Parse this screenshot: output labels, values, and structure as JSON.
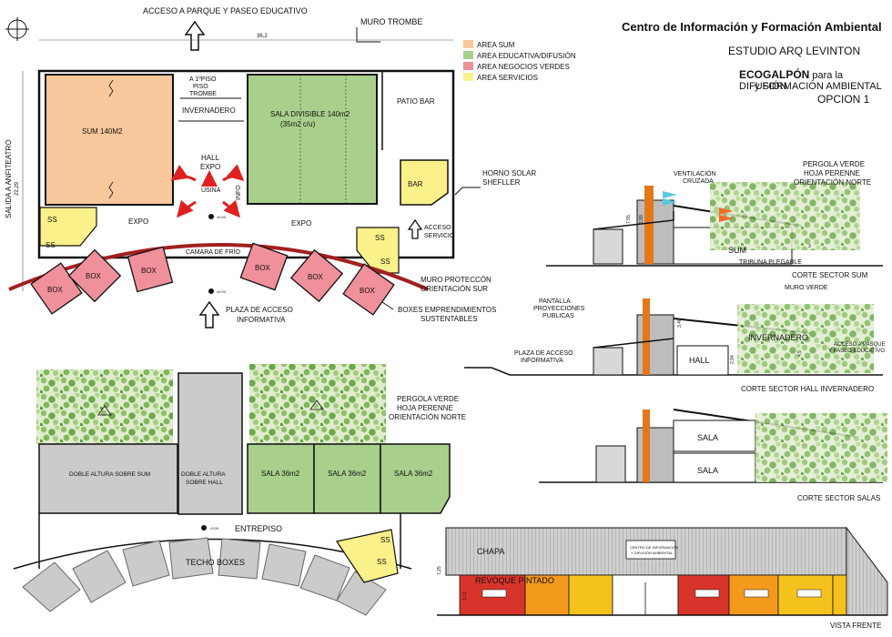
{
  "header": {
    "centro": "Centro de Información y Formación Ambiental",
    "studio": "ESTUDIO ARQ LEVINTON",
    "project_bold": "ECOGALPÓN",
    "project_rest": " para la DIFUSIÓN",
    "project_line2": "y FORMACIÓN AMBIENTAL",
    "option": "OPCION 1"
  },
  "legend": [
    {
      "label": "AREA SUM",
      "color": "#f8c79b"
    },
    {
      "label": "AREA EDUCATIVA/DIFUSIÓN",
      "color": "#a9cf8c"
    },
    {
      "label": "AREA NEGOCIOS VERDES",
      "color": "#f0909a"
    },
    {
      "label": "AREA SERVICIOS",
      "color": "#fbf18a"
    }
  ],
  "plan": {
    "acceso_parque": "ACCESO A PARQUE Y PASEO EDUCATIVO",
    "muro_trombe": "MURO TROMBE",
    "dim_width": "36,2",
    "dim_depth": "22,29",
    "salida": "SALIDA A ANFITEATRO",
    "sum": "SUM 140M2",
    "piso_trombe": [
      "A 1ºPISO",
      "PISO",
      "TROMBE"
    ],
    "invernadero": "INVERNADERO",
    "sala_divisible": [
      "SALA DIVISIBLE 140m2",
      "(35m2 c/u)"
    ],
    "patio_bar": "PATIO BAR",
    "hall_expo": [
      "HALL",
      "EXPO"
    ],
    "usina": "USINA",
    "info": "INFO",
    "bar": "BAR",
    "expo_left": "EXPO",
    "expo_right": "EXPO",
    "ss": "SS",
    "camara": "CAMARA DE FRÍO",
    "box": "BOX",
    "horno": [
      "HORNO SOLAR",
      "SHEFLLER"
    ],
    "acceso_servicio": [
      "ACCESO",
      "SERVICIO"
    ],
    "muro_proteccion": [
      "MURO PROTECCÓN",
      "ORIENTACIÓN SUR"
    ],
    "plaza": [
      "PLAZA DE ACCESO",
      "INFORMATIVA"
    ],
    "boxes_emp": [
      "BOXES EMPRENDIMIENTOS",
      "SUSTENTABLES"
    ],
    "level_mark": "±0.00"
  },
  "upper": {
    "pergola": [
      "PERGOLA VERDE",
      "HOJA PERENNE",
      "ORIENTACIÓN NORTE"
    ],
    "doble_sum": "DOBLE ALTURA SOBRE SUM",
    "doble_hall": [
      "DOBLE ALTURA",
      "SOBRE HALL"
    ],
    "sala36": "SALA 36m2",
    "entrepiso": "ENTREPISO",
    "techo_boxes": "TECHO BOXES",
    "ss": "SS",
    "level_mark": "+3.00"
  },
  "sections": {
    "s1": {
      "ventilacion": [
        "VENTILACIÓN",
        "CRUZADA"
      ],
      "pergola": [
        "PERGOLA VERDE",
        "HOJA PERENNE",
        "ORIENTACIÓN NORTE"
      ],
      "sum": "SUM",
      "tribuna": "TRIBUNA PLEGABLE",
      "dims": [
        "7,55",
        "2,99",
        "3"
      ],
      "caption": "CORTE SECTOR SUM"
    },
    "s2": {
      "pantalla": [
        "PANTALLA",
        "PROYECCIONES",
        "PUBLICAS"
      ],
      "muro_verde": "MURO VERDE",
      "plaza": [
        "PLAZA DE ACCESO",
        "INFORMATIVA"
      ],
      "invernadero": "INVERNADERO",
      "acceso": [
        "ACCESO A PASQUE",
        "Y PASEO EDUCATIVO"
      ],
      "hall": "HALL",
      "dims": [
        "3,40",
        "2,94",
        "4,5"
      ],
      "caption": "CORTE SECTOR HALL INVERNADERO"
    },
    "s3": {
      "sala_top": "SALA",
      "sala_bottom": "SALA",
      "caption": "CORTE SECTOR SALAS"
    }
  },
  "front": {
    "chapa": "CHAPA",
    "revoque": "REVOQUE PINTADO",
    "sign": [
      "CENTRO DE INFORMACIÓN",
      "Y DIFUSIÓN AMBIENTAL"
    ],
    "dims": [
      "7,25",
      "3,73"
    ],
    "caption": "VISTA FRENTE"
  }
}
